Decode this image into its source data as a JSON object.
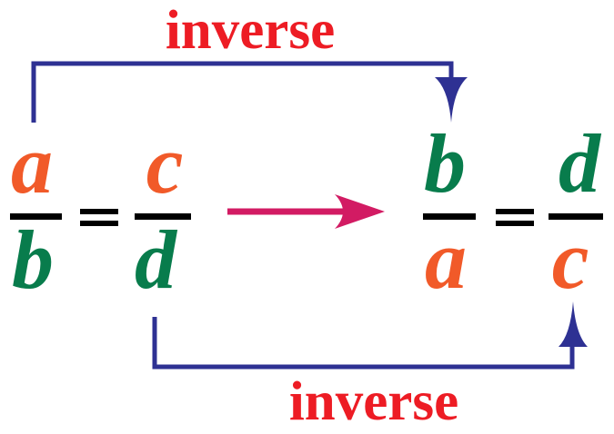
{
  "background": "#FFFFFF",
  "colors": {
    "label_red": "#ED1C24",
    "arrow_blue": "#2E3193",
    "arrow_pink": "#D21B63",
    "letter_orange": "#F15A29",
    "letter_green": "#087C4C",
    "math_black": "#000000"
  },
  "labels": {
    "top_inverse": "inverse",
    "bottom_inverse": "inverse"
  },
  "left_equation": {
    "numerator_1": "a",
    "denominator_1": "b",
    "equals": "=",
    "numerator_2": "c",
    "denominator_2": "d"
  },
  "right_equation": {
    "numerator_1": "b",
    "denominator_1": "a",
    "equals": "=",
    "numerator_2": "d",
    "denominator_2": "c"
  },
  "icons": {
    "top_arrow": "elbow-down-arrow",
    "middle_arrow": "right-arrow",
    "bottom_arrow": "elbow-up-arrow"
  }
}
